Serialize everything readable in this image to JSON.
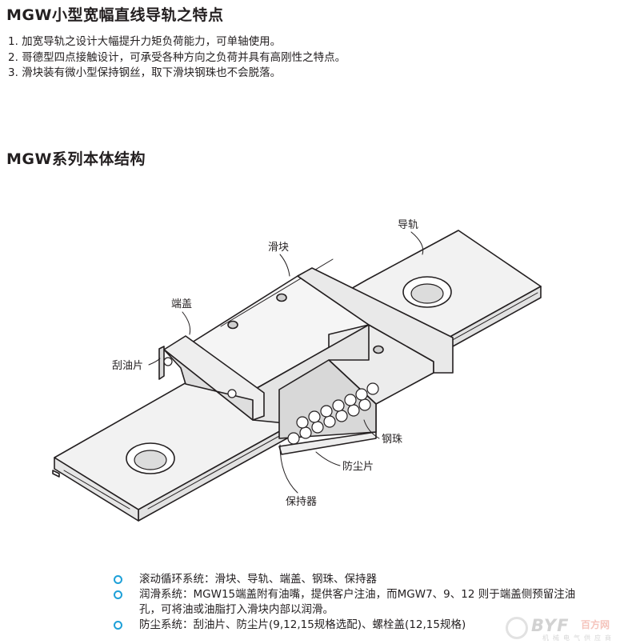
{
  "features": {
    "title": "MGW小型宽幅直线导轨之特点",
    "items": [
      "1. 加宽导轨之设计大幅提升力矩负荷能力，可单轴使用。",
      "2. 哥德型四点接触设计，可承受各种方向之负荷并具有高刚性之特点。",
      "3. 滑块装有微小型保持钢丝，取下滑块钢珠也不会脱落。"
    ]
  },
  "structure": {
    "title": "MGW系列本体结构",
    "labels": {
      "rail": "导轨",
      "block": "滑块",
      "end_cap": "端盖",
      "scraper": "刮油片",
      "steel_ball": "钢珠",
      "dust_strip": "防尘片",
      "retainer": "保持器"
    }
  },
  "systems": [
    "滚动循环系统：滑块、导轨、端盖、钢珠、保持器",
    "润滑系统：MGW15端盖附有油嘴，提供客户注油，而MGW7、9、12 则于端盖侧预留注油孔，可将油或油脂打入滑块内部以润滑。",
    "防尘系统：刮油片、防尘片(9,12,15规格选配)、螺栓盖(12,15规格)"
  ],
  "watermark": {
    "logo": "BYF",
    "cn": "百方网",
    "sub": "机械电气供应商"
  },
  "colors": {
    "bullet": "#1ea0d8",
    "outline": "#231f20",
    "face": "#f1f1f1"
  }
}
